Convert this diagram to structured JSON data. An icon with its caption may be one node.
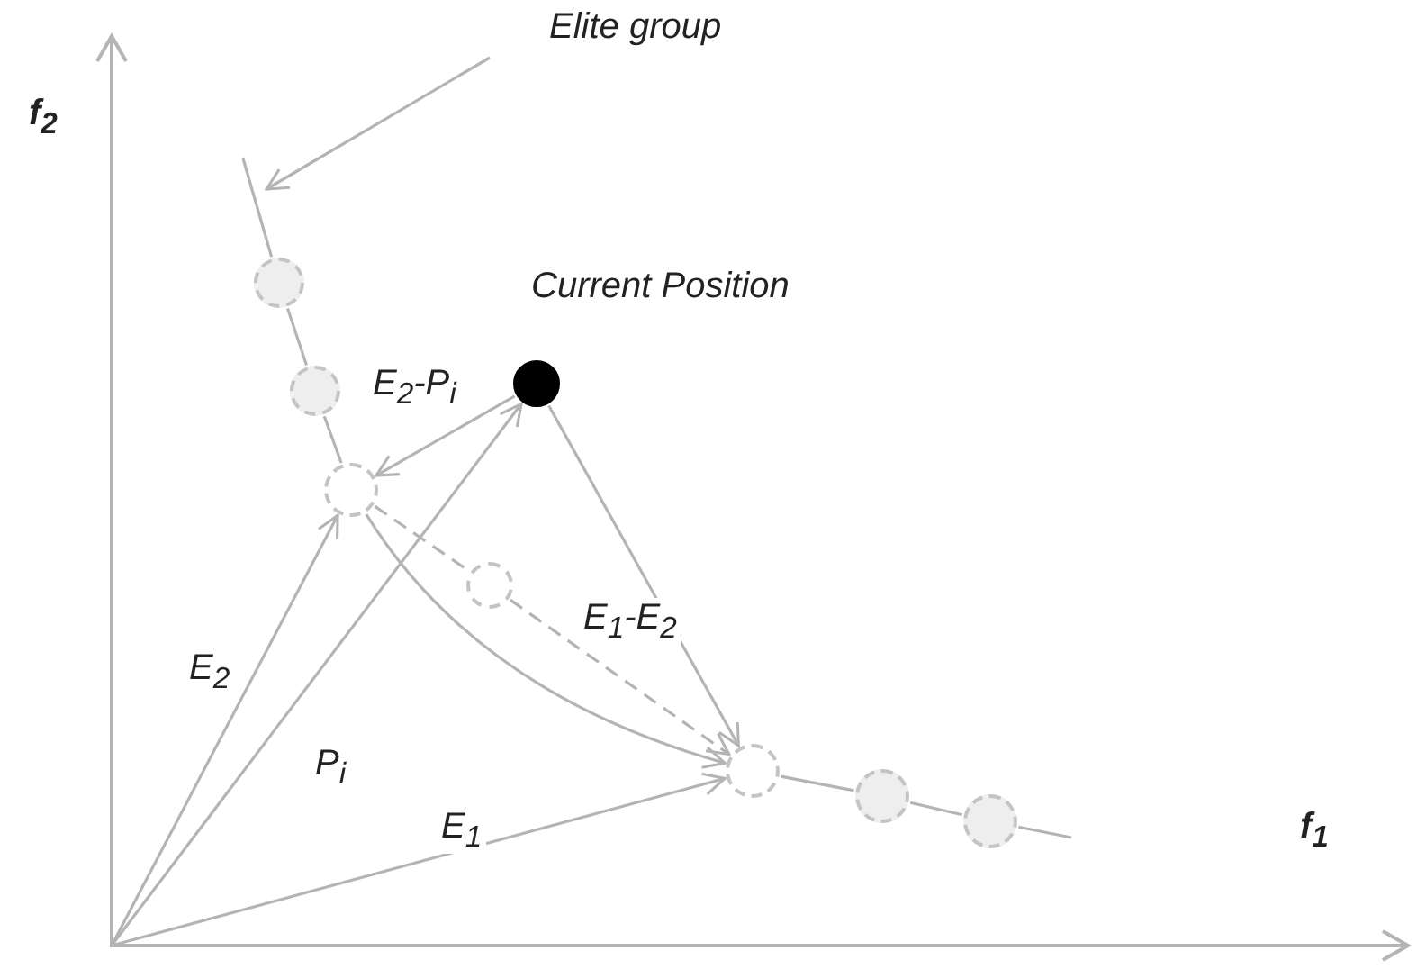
{
  "diagram": {
    "nodes": [
      {
        "text": [
          "Elite group"
        ]
      },
      {
        "text": [],
        "shape": "circle"
      },
      {
        "text": [],
        "shape": "circle"
      },
      {
        "text": [],
        "shape": "circle",
        "beside": [
          "Current Position"
        ]
      },
      {
        "text": [],
        "shape": "circle"
      },
      {
        "text": [],
        "shape": "circle"
      },
      {
        "text": [],
        "shape": "circle"
      },
      {
        "text": [],
        "shape": "circle"
      },
      {
        "text": [],
        "shape": "circle"
      }
    ],
    "edges": [
      {
        "from": 0,
        "to": null,
        "arrow": "to"
      },
      {
        "from": null,
        "to": 1,
        "arrow": "none"
      },
      {
        "from": 1,
        "to": 2,
        "arrow": "none"
      },
      {
        "from": 2,
        "to": 4,
        "arrow": "none"
      },
      {
        "from": null,
        "to": 4,
        "arrow": "to",
        "label": "E$_{2}$"
      },
      {
        "from": null,
        "to": 3,
        "arrow": "to",
        "label": "P$_{i}$"
      },
      {
        "from": null,
        "to": 6,
        "arrow": "to",
        "label": "E$_{1}$"
      },
      {
        "from": 3,
        "to": 4,
        "arrow": "to",
        "label": "E$_{2}$-P$_{i}$"
      },
      {
        "from": 3,
        "to": 6,
        "arrow": "to"
      },
      {
        "from": 4,
        "to": 5,
        "arrow": "none",
        "style": "dashed"
      },
      {
        "from": 5,
        "to": 6,
        "arrow": "to",
        "style": "dashed",
        "label": "E$_{1}$-E$_{2}$"
      },
      {
        "from": 4,
        "to": 6,
        "arrow": "to"
      },
      {
        "from": 6,
        "to": 7,
        "arrow": "none"
      },
      {
        "from": 7,
        "to": 8,
        "arrow": "none"
      },
      {
        "from": 8,
        "to": null,
        "arrow": "none"
      }
    ],
    "labels": [
      "f$_{2}$",
      "f$_{1}$"
    ]
  }
}
